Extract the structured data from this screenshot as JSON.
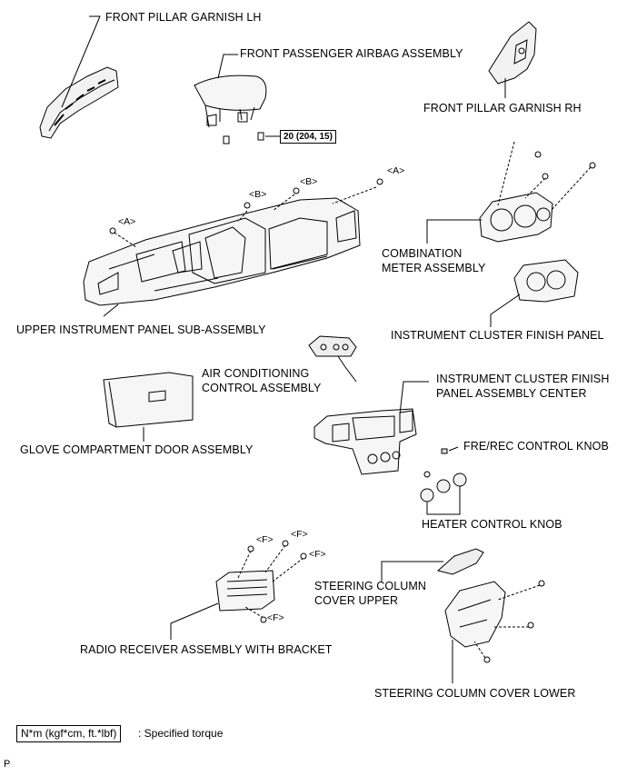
{
  "labels": {
    "front_pillar_garnish_lh": "FRONT PILLAR GARNISH LH",
    "front_passenger_airbag": "FRONT PASSENGER AIRBAG ASSEMBLY",
    "front_pillar_garnish_rh": "FRONT PILLAR GARNISH RH",
    "combination_meter_1": "COMBINATION",
    "combination_meter_2": "METER ASSEMBLY",
    "upper_instrument_panel": "UPPER INSTRUMENT PANEL SUB-ASSEMBLY",
    "instrument_cluster_finish_panel": "INSTRUMENT CLUSTER FINISH PANEL",
    "air_conditioning_1": "AIR CONDITIONING",
    "air_conditioning_2": "CONTROL ASSEMBLY",
    "cluster_finish_center_1": "INSTRUMENT CLUSTER FINISH",
    "cluster_finish_center_2": "PANEL ASSEMBLY CENTER",
    "glove_compartment": "GLOVE COMPARTMENT DOOR ASSEMBLY",
    "fre_rec_knob": "FRE/REC CONTROL KNOB",
    "heater_control_knob": "HEATER CONTROL KNOB",
    "steering_column_upper_1": "STEERING COLUMN",
    "steering_column_upper_2": "COVER UPPER",
    "radio_receiver": "RADIO RECEIVER ASSEMBLY WITH BRACKET",
    "steering_column_lower": "STEERING COLUMN COVER LOWER"
  },
  "tags": {
    "a": "<A>",
    "b": "<B>",
    "f": "<F>"
  },
  "torque": "20 (204, 15)",
  "legend": {
    "unit": "N*m (kgf*cm, ft.*lbf)",
    "text": ": Specified torque"
  },
  "corner_mark": "P"
}
